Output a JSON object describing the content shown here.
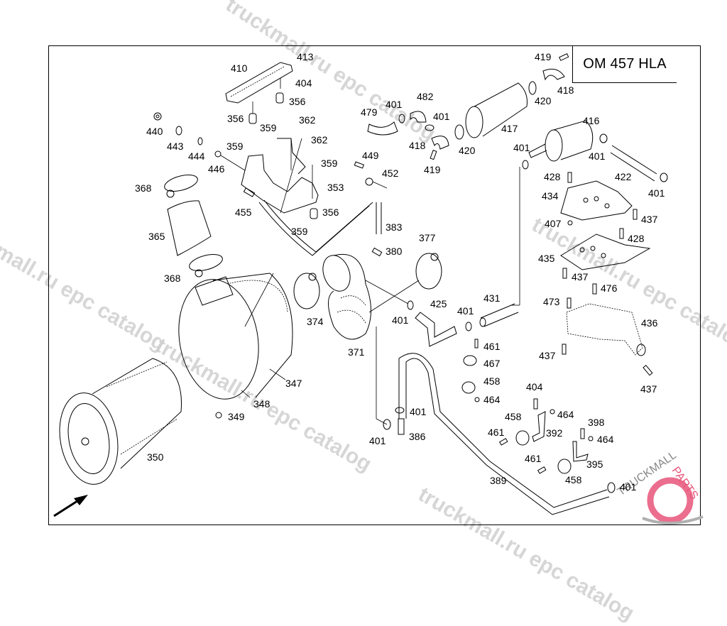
{
  "diagram": {
    "title": "OM 457 HLA",
    "watermarks": [
      "truckmall.ru epc catalog",
      "truckmall.ru epc catalog",
      "truckmall.ru epc catalog",
      "truckmall.ru epc catalog",
      "truckmall.ru epc catalog"
    ],
    "logo": {
      "text_left": "TRUCKMALL",
      "text_right": "PARTS",
      "accent_color": "#e8557a",
      "gray_color": "#b0b0b0"
    },
    "labels": [
      {
        "id": "l413",
        "text": "413"
      },
      {
        "id": "l410",
        "text": "410"
      },
      {
        "id": "l404a",
        "text": "404"
      },
      {
        "id": "l356a",
        "text": "356"
      },
      {
        "id": "l356b",
        "text": "356"
      },
      {
        "id": "l362a",
        "text": "362"
      },
      {
        "id": "l359a",
        "text": "359"
      },
      {
        "id": "l362b",
        "text": "362"
      },
      {
        "id": "l440",
        "text": "440"
      },
      {
        "id": "l443",
        "text": "443"
      },
      {
        "id": "l444",
        "text": "444"
      },
      {
        "id": "l359b",
        "text": "359"
      },
      {
        "id": "l446",
        "text": "446"
      },
      {
        "id": "l359c",
        "text": "359"
      },
      {
        "id": "l353",
        "text": "353"
      },
      {
        "id": "l368a",
        "text": "368"
      },
      {
        "id": "l455",
        "text": "455"
      },
      {
        "id": "l356c",
        "text": "356"
      },
      {
        "id": "l359d",
        "text": "359"
      },
      {
        "id": "l365",
        "text": "365"
      },
      {
        "id": "l368b",
        "text": "368"
      },
      {
        "id": "l449",
        "text": "449"
      },
      {
        "id": "l452",
        "text": "452"
      },
      {
        "id": "l383",
        "text": "383"
      },
      {
        "id": "l380",
        "text": "380"
      },
      {
        "id": "l377",
        "text": "377"
      },
      {
        "id": "l374",
        "text": "374"
      },
      {
        "id": "l371",
        "text": "371"
      },
      {
        "id": "l401a",
        "text": "401"
      },
      {
        "id": "l347",
        "text": "347"
      },
      {
        "id": "l348",
        "text": "348"
      },
      {
        "id": "l349",
        "text": "349"
      },
      {
        "id": "l350",
        "text": "350"
      },
      {
        "id": "l479",
        "text": "479"
      },
      {
        "id": "l401b",
        "text": "401"
      },
      {
        "id": "l482",
        "text": "482"
      },
      {
        "id": "l401c",
        "text": "401"
      },
      {
        "id": "l418a",
        "text": "418"
      },
      {
        "id": "l419a",
        "text": "419"
      },
      {
        "id": "l420a",
        "text": "420"
      },
      {
        "id": "l417",
        "text": "417"
      },
      {
        "id": "l420b",
        "text": "420"
      },
      {
        "id": "l419b",
        "text": "419"
      },
      {
        "id": "l418b",
        "text": "418"
      },
      {
        "id": "l416",
        "text": "416"
      },
      {
        "id": "l401d",
        "text": "401"
      },
      {
        "id": "l401e",
        "text": "401"
      },
      {
        "id": "l428a",
        "text": "428"
      },
      {
        "id": "l422",
        "text": "422"
      },
      {
        "id": "l401f",
        "text": "401"
      },
      {
        "id": "l434",
        "text": "434"
      },
      {
        "id": "l437a",
        "text": "437"
      },
      {
        "id": "l407",
        "text": "407"
      },
      {
        "id": "l428b",
        "text": "428"
      },
      {
        "id": "l435",
        "text": "435"
      },
      {
        "id": "l437b",
        "text": "437"
      },
      {
        "id": "l476",
        "text": "476"
      },
      {
        "id": "l473",
        "text": "473"
      },
      {
        "id": "l436",
        "text": "436"
      },
      {
        "id": "l437c",
        "text": "437"
      },
      {
        "id": "l437d",
        "text": "437"
      },
      {
        "id": "l425",
        "text": "425"
      },
      {
        "id": "l431",
        "text": "431"
      },
      {
        "id": "l401g",
        "text": "401"
      },
      {
        "id": "l461a",
        "text": "461"
      },
      {
        "id": "l467",
        "text": "467"
      },
      {
        "id": "l458a",
        "text": "458"
      },
      {
        "id": "l464a",
        "text": "464"
      },
      {
        "id": "l404b",
        "text": "404"
      },
      {
        "id": "l458b",
        "text": "458"
      },
      {
        "id": "l464b",
        "text": "464"
      },
      {
        "id": "l461b",
        "text": "461"
      },
      {
        "id": "l392",
        "text": "392"
      },
      {
        "id": "l398",
        "text": "398"
      },
      {
        "id": "l464c",
        "text": "464"
      },
      {
        "id": "l461c",
        "text": "461"
      },
      {
        "id": "l395",
        "text": "395"
      },
      {
        "id": "l458c",
        "text": "458"
      },
      {
        "id": "l389",
        "text": "389"
      },
      {
        "id": "l401h",
        "text": "401"
      },
      {
        "id": "l401i",
        "text": "401"
      },
      {
        "id": "l386",
        "text": "386"
      },
      {
        "id": "l401j",
        "text": "401"
      }
    ]
  }
}
